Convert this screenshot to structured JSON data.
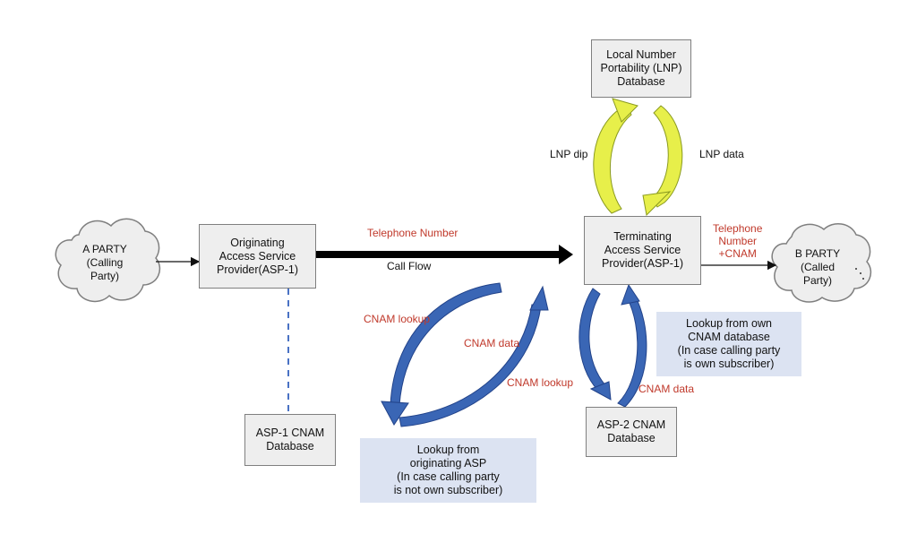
{
  "colors": {
    "red_label": "#c0392b",
    "box_fill": "#eeeeee",
    "note_fill": "#dce3f2",
    "yellow_arrow": "#e7ef4a",
    "blue_arrow": "#3a66b5"
  },
  "clouds": {
    "a_party": {
      "lines": [
        "A PARTY",
        "(Calling",
        "Party)"
      ]
    },
    "b_party": {
      "lines": [
        "B PARTY",
        "(Called",
        "Party)"
      ]
    }
  },
  "boxes": {
    "originating": {
      "lines": [
        "Originating",
        "Access Service",
        "Provider(ASP-1)"
      ]
    },
    "terminating": {
      "lines": [
        "Terminating",
        "Access Service",
        "Provider(ASP-1)"
      ]
    },
    "lnp_db": {
      "lines": [
        "Local Number",
        "Portability (LNP)",
        "Database"
      ]
    },
    "asp1_cnam": {
      "lines": [
        "ASP-1 CNAM",
        "Database"
      ]
    },
    "asp2_cnam": {
      "lines": [
        "ASP-2 CNAM",
        "Database"
      ]
    }
  },
  "notes": {
    "own_lookup": {
      "lines": [
        "Lookup from own",
        "CNAM database",
        "(In case calling party",
        "is own subscriber)"
      ]
    },
    "orig_lookup": {
      "lines": [
        "Lookup from",
        "originating ASP",
        "(In case calling party",
        "is not own subscriber)"
      ]
    }
  },
  "labels": {
    "telephone_number": "Telephone Number",
    "call_flow": "Call Flow",
    "telephone_number_cnam": [
      "Telephone",
      "Number",
      "+CNAM"
    ],
    "lnp_dip": "LNP dip",
    "lnp_data": "LNP data",
    "cnam_lookup_left": "CNAM lookup",
    "cnam_data_left": "CNAM data",
    "cnam_lookup_right": "CNAM lookup",
    "cnam_data_right": "CNAM data"
  }
}
